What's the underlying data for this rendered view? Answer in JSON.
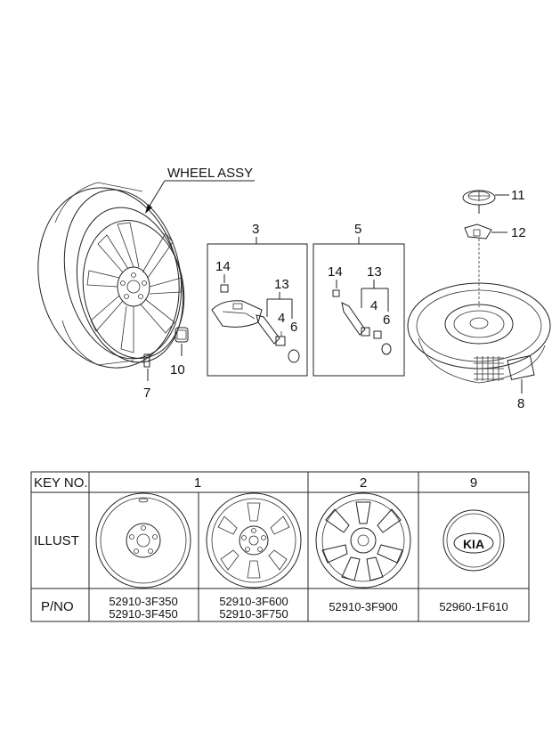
{
  "callouts": {
    "wheel_assy": "WHEEL ASSY",
    "n3": "3",
    "n5": "5",
    "n7": "7",
    "n8": "8",
    "n10": "10",
    "n11": "11",
    "n12": "12",
    "box1": {
      "n14": "14",
      "n13": "13",
      "n4": "4",
      "n6": "6"
    },
    "box2": {
      "n14": "14",
      "n13": "13",
      "n4": "4",
      "n6": "6"
    }
  },
  "table": {
    "headers": {
      "key_no": "KEY NO.",
      "illust": "ILLUST",
      "pno": "P/NO"
    },
    "columns": [
      {
        "key": "1",
        "parts": [
          "52910-3F350",
          "52910-3F450"
        ]
      },
      {
        "key": "",
        "parts": [
          "52910-3F600",
          "52910-3F750"
        ]
      },
      {
        "key": "2",
        "parts": [
          "52910-3F900"
        ]
      },
      {
        "key": "9",
        "parts": [
          "52960-1F610"
        ]
      }
    ],
    "logo_text": "KIA"
  }
}
